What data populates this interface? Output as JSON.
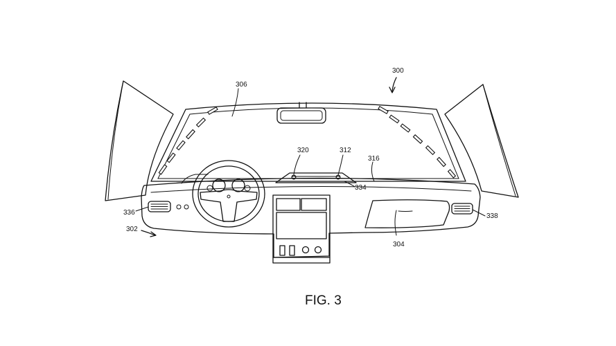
{
  "figure": {
    "caption": "FIG. 3",
    "labels": {
      "vehicle": "300",
      "cabin": "302",
      "dashboard": "304",
      "windshield": "306",
      "display": "312",
      "light_source": "320",
      "dash_top": "316",
      "reflective_surface": "334",
      "left_vent": "336",
      "right_vent": "338"
    }
  }
}
